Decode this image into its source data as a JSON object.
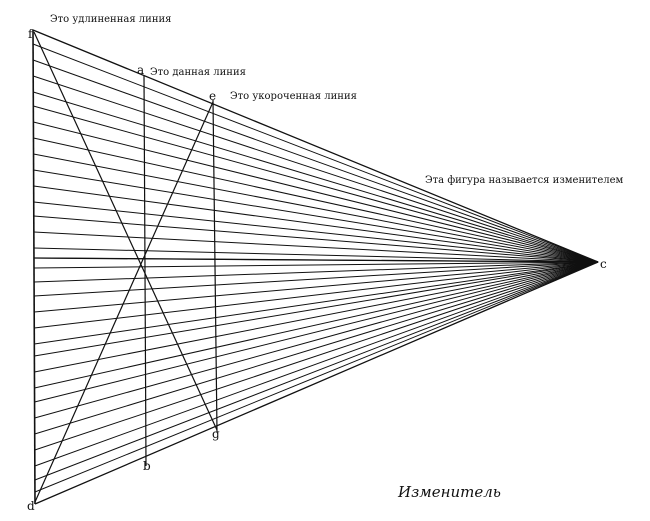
{
  "labels": {
    "lengthened_line": "Это удлиненная линия",
    "given_line": "Это данная линия",
    "shortened_line": "Это укороченная линия",
    "figure_name": "Эта фигура называется изменителем",
    "caption": "Изменитель"
  },
  "points": {
    "f": "f",
    "d": "d",
    "a": "a",
    "b": "b",
    "e": "e",
    "g": "g",
    "c": "c"
  },
  "colors": {
    "ink": "#111111",
    "background": "#ffffff"
  }
}
